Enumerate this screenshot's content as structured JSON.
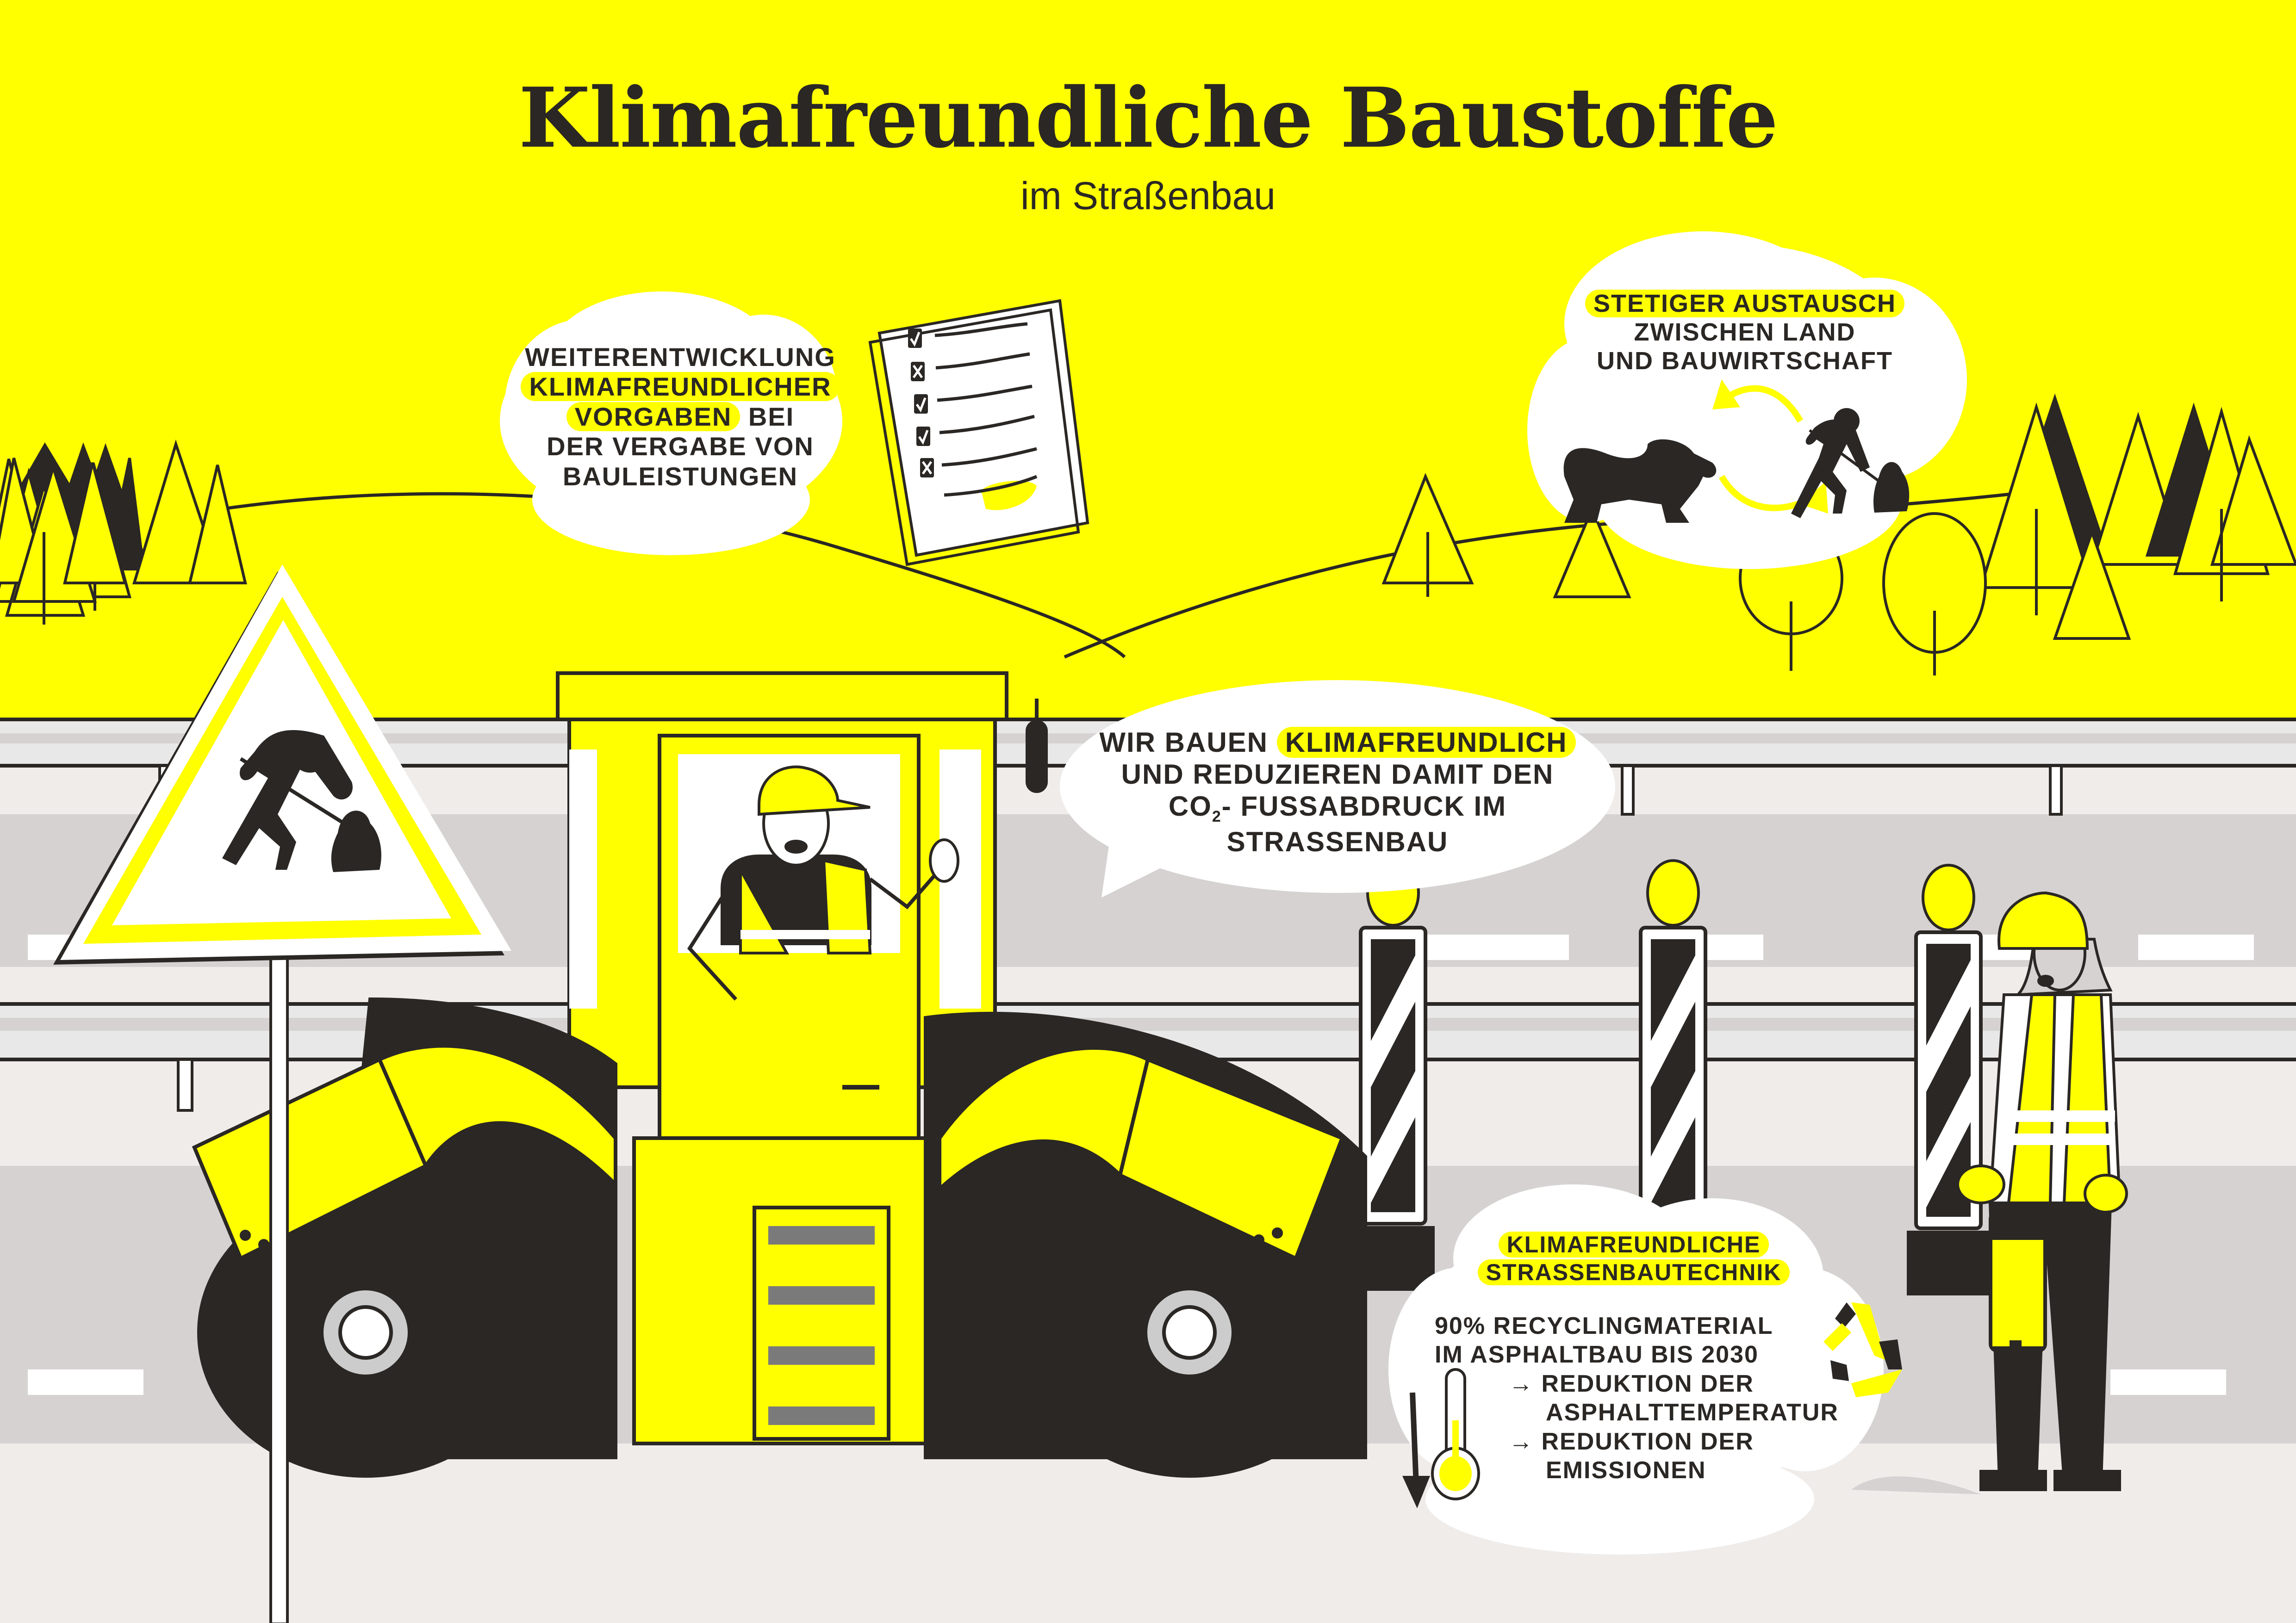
{
  "header": {
    "title": "Klimafreundliche Baustoffe",
    "subtitle": "im Straßenbau"
  },
  "bubbles": {
    "specifications": {
      "line1": "Weiterentwicklung",
      "line2_highlight": "klimafreundlicher",
      "line3_highlight": "Vorgaben",
      "line3_rest": "bei",
      "line4": "der Vergabe von",
      "line5": "Bauleistungen"
    },
    "exchange": {
      "line1_highlight": "Stetiger Austausch",
      "line2": "zwischen Land",
      "line3": "und Bauwirtschaft"
    },
    "statement": {
      "line1": "Wir bauen",
      "line1_highlight": "klimafreundlich",
      "line2": "und reduzieren damit den",
      "line3_co": "CO",
      "line3_sub": "2",
      "line3_rest": "- Fußabdruck im Straßenbau"
    },
    "technique": {
      "head1": "Klimafreundliche",
      "head2": "Straßenbautechnik",
      "line1": "90% Recyclingmaterial",
      "line2": "im Asphaltbau bis 2030",
      "arrow": "→",
      "item1a": "Reduktion der",
      "item1b": "Asphalttemperatur",
      "item2a": "Reduktion der",
      "item2b": "Emissionen"
    }
  },
  "checklist": {
    "marks": [
      "check",
      "cross",
      "check",
      "check",
      "cross"
    ]
  },
  "icons": {
    "sign": "roadworks-warning-sign-icon",
    "lion": "lion-coat-of-arms-icon",
    "worker": "roadworker-icon",
    "cycle": "exchange-arrows-icon",
    "recycle": "recycle-icon",
    "thermometer": "thermometer-icon",
    "down_arrow": "down-arrow-icon"
  },
  "colors": {
    "accent": "#ffff00",
    "ink": "#2a2724",
    "road_light": "#efecea",
    "road_mid": "#d6d2d2",
    "rail": "#e9e8e8",
    "white": "#ffffff"
  }
}
